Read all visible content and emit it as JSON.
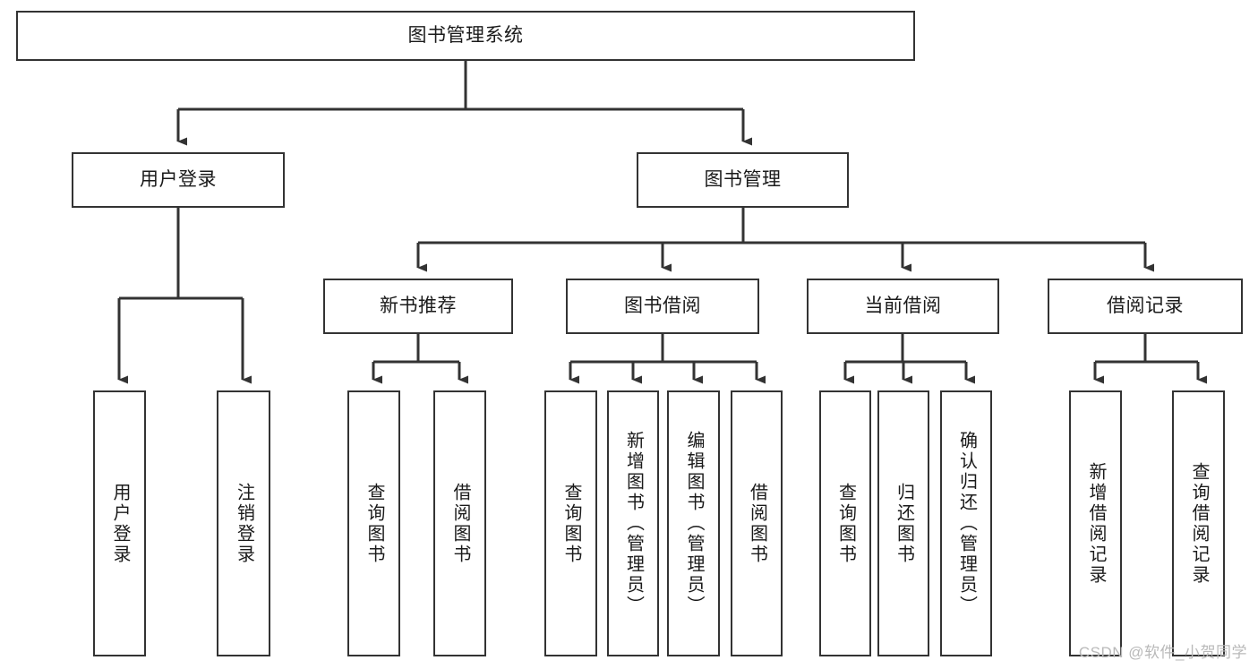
{
  "diagram": {
    "title": "图书管理系统",
    "type": "tree-hierarchy-chart",
    "colors": {
      "node_border": "#333333",
      "node_fill": "#ffffff",
      "edge": "#333333",
      "text": "#1a1a1a",
      "watermark": "#b9b9b9",
      "background": "#ffffff"
    },
    "watermark": "CSDN @软件_小贺同学",
    "nodes": {
      "root": {
        "label": "图书管理系统"
      },
      "level2": [
        {
          "id": "user-login",
          "label": "用户登录"
        },
        {
          "id": "book-management",
          "label": "图书管理"
        }
      ],
      "level3": [
        {
          "id": "new-book-recommend",
          "label": "新书推荐"
        },
        {
          "id": "book-borrow",
          "label": "图书借阅"
        },
        {
          "id": "current-borrow",
          "label": "当前借阅"
        },
        {
          "id": "borrow-record",
          "label": "借阅记录"
        }
      ],
      "leaves": {
        "user_login": [
          {
            "id": "leaf-user-login",
            "label": "用户登录"
          },
          {
            "id": "leaf-logout-login",
            "label": "注销登录"
          }
        ],
        "new_book_recommend": [
          {
            "id": "leaf-query-book-1",
            "label": "查询图书"
          },
          {
            "id": "leaf-borrow-book-1",
            "label": "借阅图书"
          }
        ],
        "book_borrow": [
          {
            "id": "leaf-query-book-2",
            "label": "查询图书"
          },
          {
            "id": "leaf-add-book",
            "label": "新增图书（管理员）"
          },
          {
            "id": "leaf-edit-book",
            "label": "编辑图书（管理员）"
          },
          {
            "id": "leaf-borrow-book-2",
            "label": "借阅图书"
          }
        ],
        "current_borrow": [
          {
            "id": "leaf-query-book-3",
            "label": "查询图书"
          },
          {
            "id": "leaf-return-book",
            "label": "归还图书"
          },
          {
            "id": "leaf-confirm-return",
            "label": "确认归还（管理员）"
          }
        ],
        "borrow_record": [
          {
            "id": "leaf-add-record",
            "label": "新增借阅记录"
          },
          {
            "id": "leaf-query-record",
            "label": "查询借阅记录"
          }
        ]
      }
    }
  }
}
